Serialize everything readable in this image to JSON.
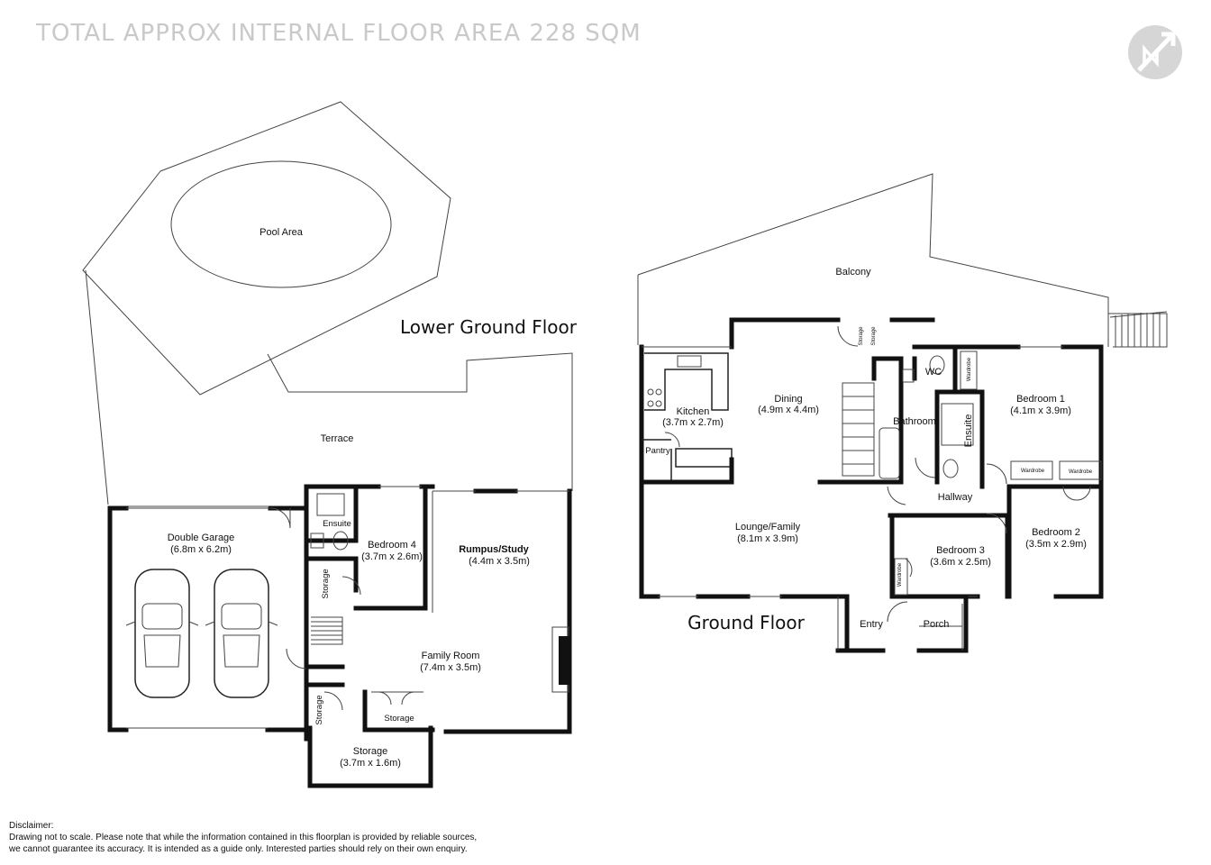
{
  "header": {
    "title": "TOTAL APPROX INTERNAL FLOOR AREA  228 SQM",
    "logo_icon": "compass-n-icon"
  },
  "lower_ground": {
    "title": "Lower Ground Floor",
    "pool_area": "Pool Area",
    "terrace": "Terrace",
    "double_garage": {
      "name": "Double Garage",
      "dims": "(6.8m x 6.2m)"
    },
    "ensuite": "Ensuite",
    "bedroom4": {
      "name": "Bedroom 4",
      "dims": "(3.7m x 2.6m)"
    },
    "rumpus": {
      "name": "Rumpus/Study",
      "dims": "(4.4m x 3.5m)"
    },
    "storage_vertical": "Storage",
    "family_room": {
      "name": "Family Room",
      "dims": "(7.4m x 3.5m)"
    },
    "storage_small": "Storage",
    "storage_closet": "Storage",
    "storage_room": {
      "name": "Storage",
      "dims": "(3.7m x 1.6m)"
    }
  },
  "ground": {
    "title": "Ground Floor",
    "balcony": "Balcony",
    "kitchen": {
      "name": "Kitchen",
      "dims": "(3.7m x 2.7m)"
    },
    "pantry": "Pantry",
    "dining": {
      "name": "Dining",
      "dims": "(4.9m x 4.4m)"
    },
    "storage_a": "Storage",
    "storage_b": "Storage",
    "wc": "WC",
    "bathroom": "Bathroom",
    "ensuite": "Ensuite",
    "wardrobe_bed1": "Wardrobe",
    "bedroom1": {
      "name": "Bedroom 1",
      "dims": "(4.1m x 3.9m)"
    },
    "wardrobe_a": "Wardrobe",
    "wardrobe_b": "Wardrobe",
    "hallway": "Hallway",
    "lounge": {
      "name": "Lounge/Family",
      "dims": "(8.1m x 3.9m)"
    },
    "bedroom3": {
      "name": "Bedroom 3",
      "dims": "(3.6m x 2.5m)"
    },
    "wardrobe_bed3": "Wardrobe",
    "bedroom2": {
      "name": "Bedroom 2",
      "dims": "(3.5m x 2.9m)"
    },
    "entry": "Entry",
    "porch": "Porch"
  },
  "disclaimer": {
    "heading": "Disclaimer:",
    "line1": "Drawing not to scale. Please note that while the information contained in this floorplan is provided by reliable sources,",
    "line2": "we cannot guarantee its accuracy. It is intended as a guide only. Interested parties should rely on their  own enquiry."
  }
}
